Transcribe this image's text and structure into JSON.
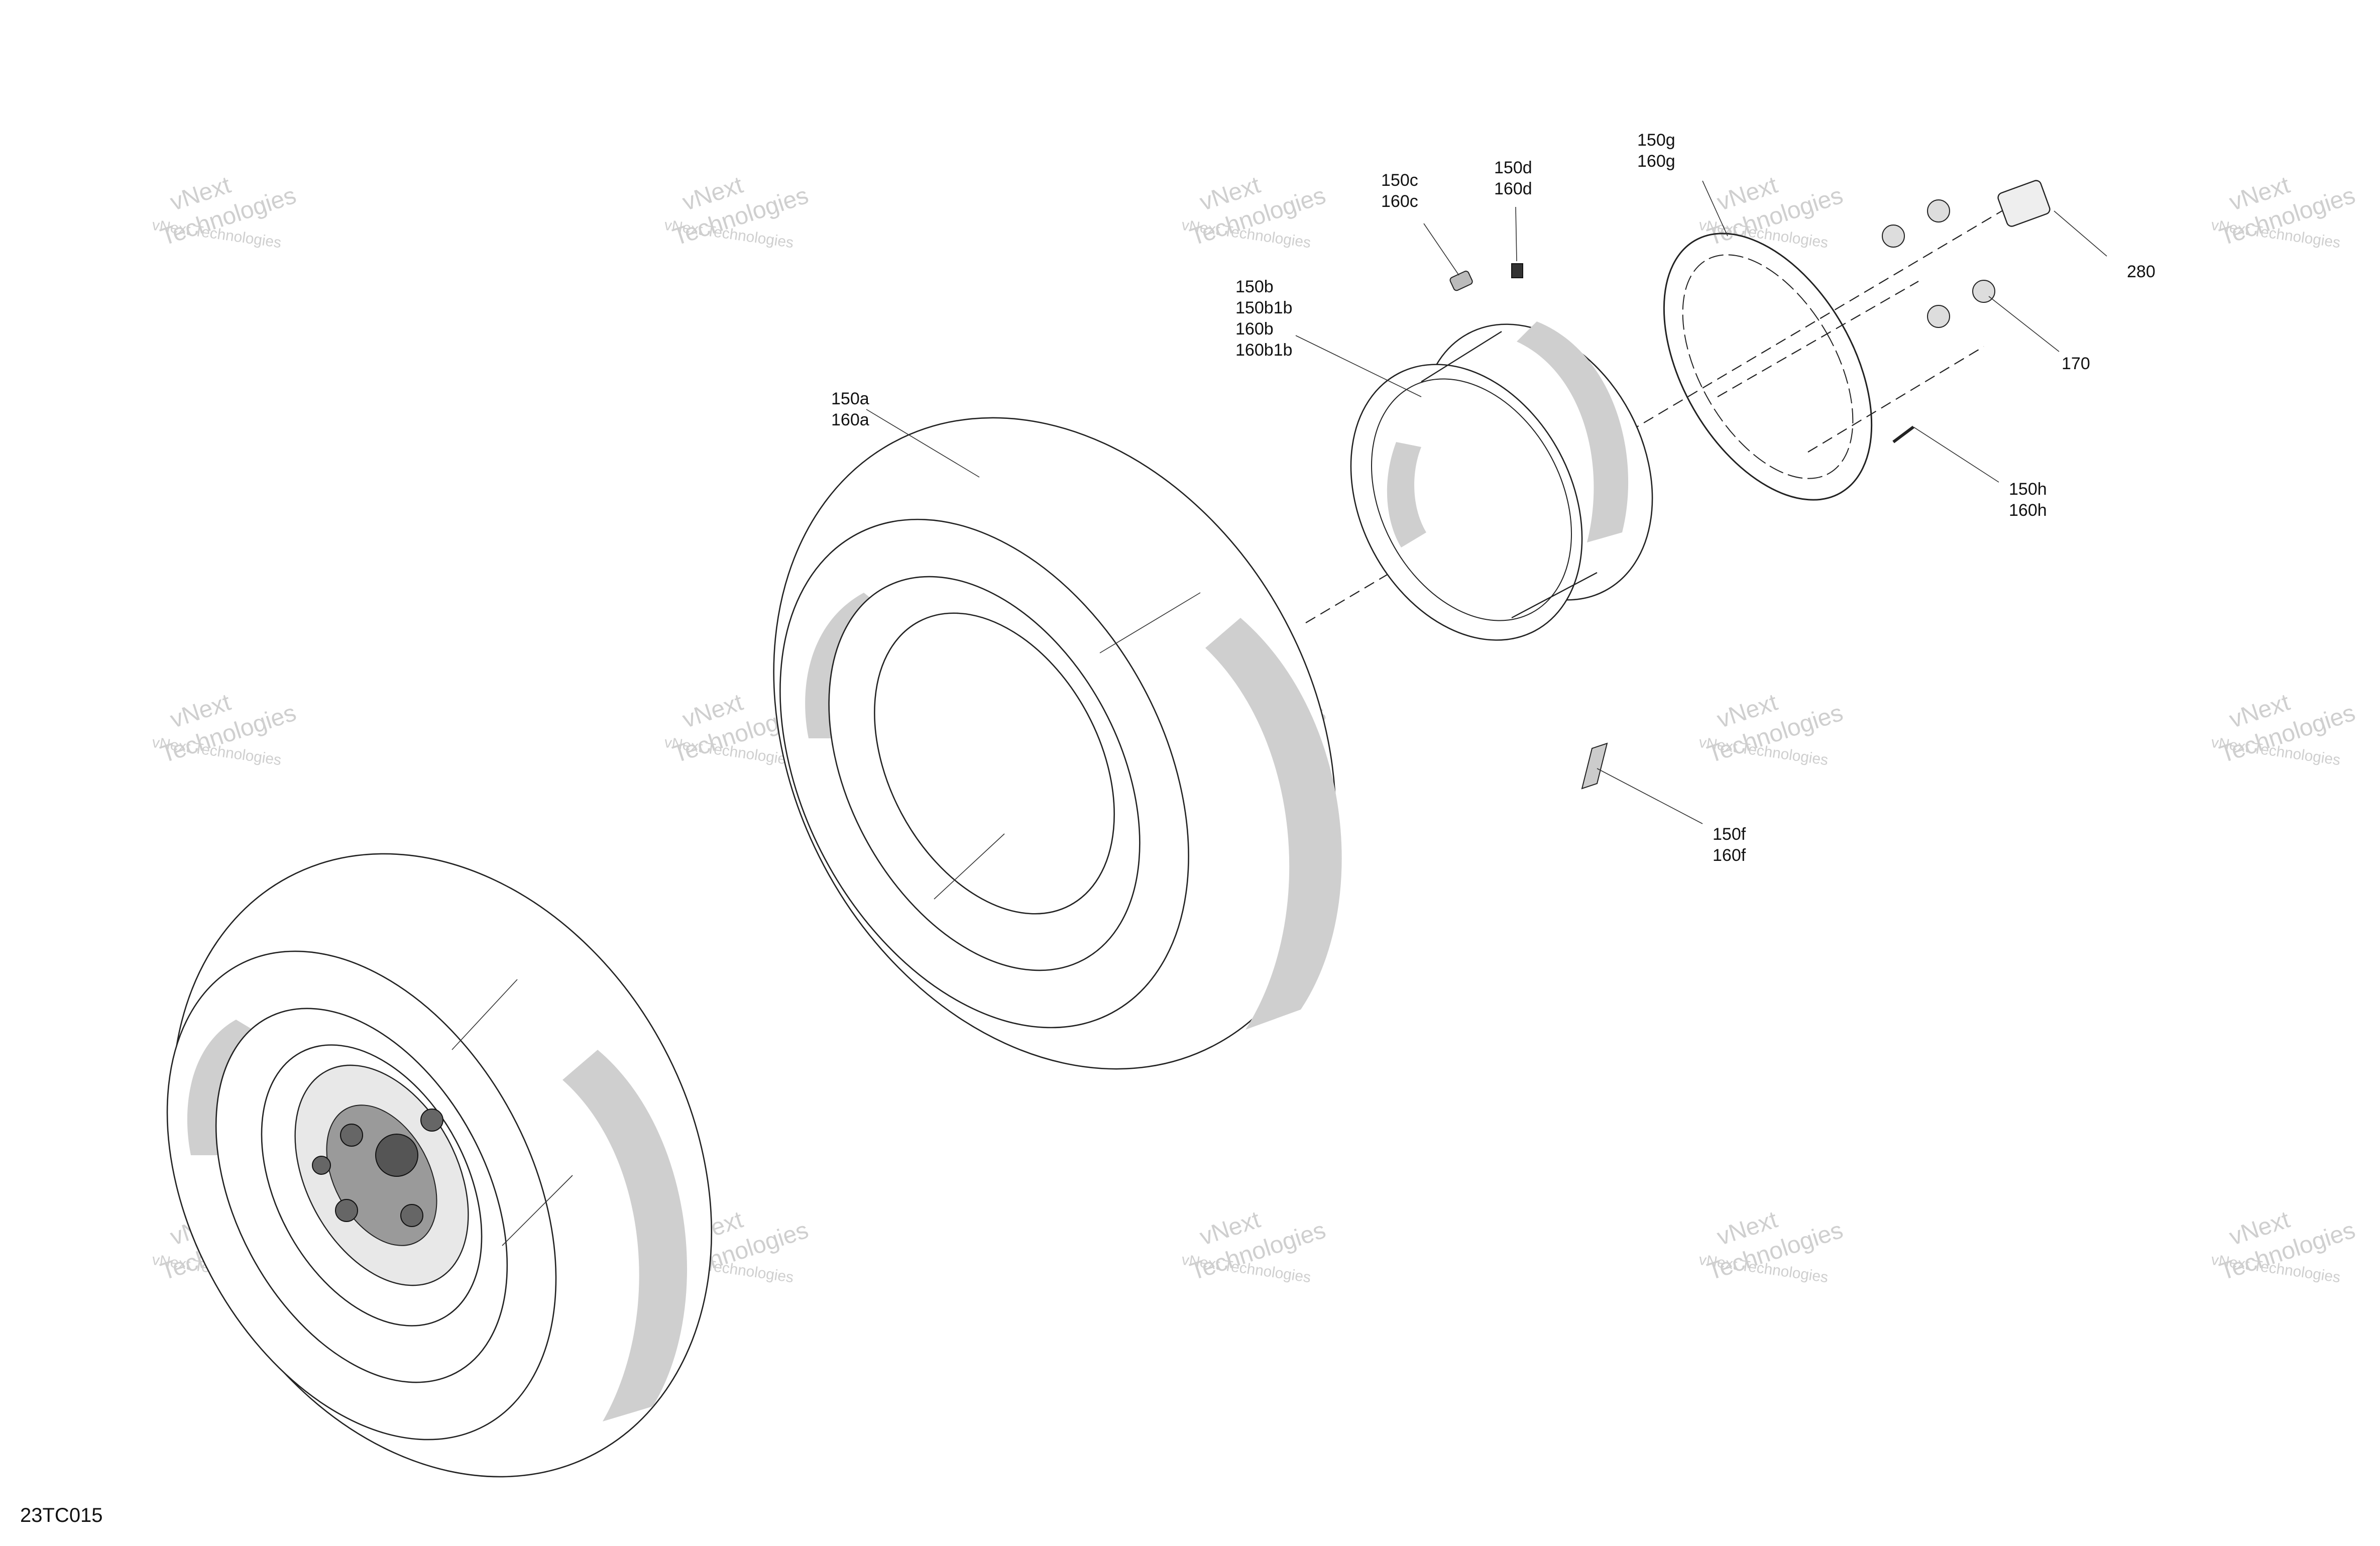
{
  "callouts": [
    {
      "id": "c150c",
      "lines": [
        "150c",
        "160c"
      ]
    },
    {
      "id": "c150d",
      "lines": [
        "150d",
        "160d"
      ]
    },
    {
      "id": "c150g",
      "lines": [
        "150g",
        "160g"
      ]
    },
    {
      "id": "c280",
      "lines": [
        "280"
      ]
    },
    {
      "id": "c170",
      "lines": [
        "170"
      ]
    },
    {
      "id": "c150b",
      "lines": [
        "150b",
        "150b1b",
        "160b",
        "160b1b"
      ]
    },
    {
      "id": "c150a",
      "lines": [
        "150a",
        "160a"
      ]
    },
    {
      "id": "c150h",
      "lines": [
        "150h",
        "160h"
      ]
    },
    {
      "id": "c150f",
      "lines": [
        "150f",
        "160f"
      ]
    }
  ],
  "drawing_code": "23TC015",
  "watermark": {
    "line1": "vNext",
    "line2": "Technologies",
    "small": "vNext Technologies"
  }
}
